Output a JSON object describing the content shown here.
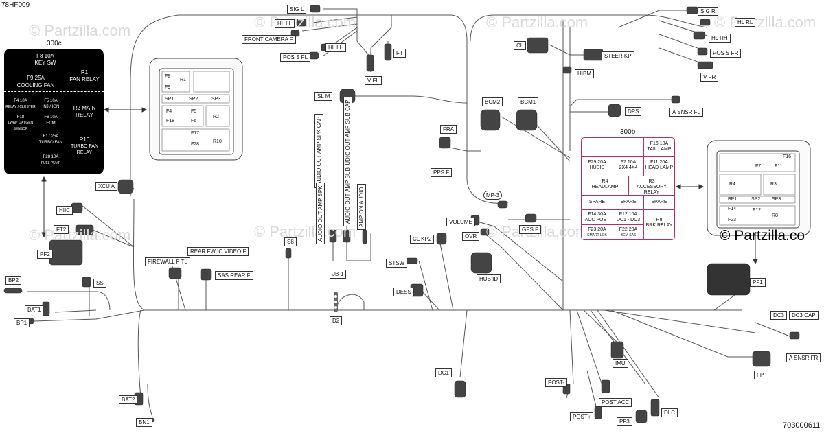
{
  "doc_code": "78HF009",
  "page_number": "703000611",
  "watermark": "© Partzilla.com",
  "watermark_large": "© Partzilla.co",
  "fusebox_a": {
    "title": "300c",
    "cells": {
      "f8": "F8     10A",
      "f8_name": "KEY SW",
      "f9": "F9          25A",
      "f9_name": "COOLING FAN",
      "r1": "R1",
      "r1_name": "FAN RELAY",
      "f4": "F4          10A",
      "f4_name": "RELAY / CLUSTER",
      "f5": "F5       10A",
      "f5_name": "INJ / IGN",
      "r2": "R2 MAIN",
      "r2_name": "RELAY",
      "f18": "F18",
      "f18_name": "LWAP OXYGEN SENSOR",
      "f6": "F6         10A",
      "f6_name": "ECM",
      "f17": "F17        25A",
      "f17_name": "TURBO FAN",
      "r10": "R10",
      "r10_name": "TURBO FAN RELAY",
      "f28": "F28        10A",
      "f28_name": "FUEL PUMP"
    }
  },
  "fusebox_b": {
    "title": "300b",
    "cells": {
      "f16": "F16    10A",
      "f16_name": "TAIL LAMP",
      "f29": "F29    20A",
      "f29_name": "HUBID",
      "f7": "F7     10A",
      "f7_name": "2X4 4X4",
      "f11": "F11    20A",
      "f11_name": "HEAD LAMP",
      "r4": "R4",
      "r4_name": "HEADLAMP",
      "r3": "R3",
      "r3_name": "ACCESSORY RELAY",
      "spare1": "SPARE",
      "spare2": "SPARE",
      "spare3": "SPARE",
      "f14": "F14    30A",
      "f14_name": "ACC POST",
      "f12": "F12    10A",
      "f12_name": "DC1 - DC3",
      "r8": "R8",
      "r8_name": "BRK RELAY",
      "f23": "F23    20A",
      "f23_name": "SMART LOK",
      "f22": "F22    20A",
      "f22_name": "BCM SAS"
    }
  },
  "connectors": {
    "sig_l": "SIG L",
    "hl_ll": "HL LL",
    "hl_lh": "HL LH",
    "front_camera_f": "FRONT CAMERA F",
    "pos_s_fl": "POS S FL",
    "v_fl": "V FL",
    "ft": "FT",
    "sl_m": "SL M",
    "sig_r": "SIG R",
    "hl_rl": "HL RL",
    "hl_rh": "HL RH",
    "pos_s_fr": "POS S FR",
    "v_fr": "V FR",
    "cl": "CL",
    "steer_kp": "STEER KP",
    "hibm": "HIBM",
    "dps": "DPS",
    "a_snsr_fl": "A SNSR FL",
    "bcm2": "BCM2",
    "bcm1": "BCM1",
    "fra": "FRA",
    "pps_f": "PPS F",
    "mp3": "MP-3",
    "gps_f": "GPS F",
    "volume": "VOLUME",
    "ovr": "OVR",
    "cl_kp2": "CL KP2",
    "hub_id": "HUB ID",
    "stsw": "STSW",
    "dess": "DESS",
    "jb1": "JB-1",
    "d2": "D2",
    "s8": "S8",
    "aud_spk_cap": "AUDIO OUT AMP SPK CAP",
    "aud_sub_cap": "AUDIO OUT AMP SUB CAP",
    "aud_spk": "AUDIO OUT AMP SPK",
    "aud_sub": "AUDIO OUT AMP SUB",
    "amp_on": "AMP ON AUDIO",
    "xcu_a": "XCU A",
    "hiic": "HIIC",
    "ft2": "FT2",
    "pf2": "PF2",
    "bp2": "BP2",
    "ss": "SS",
    "bat1": "BAT1",
    "bp1": "BP1",
    "firewall_f_tl": "FIREWALL F TL",
    "rear_fw": "REAR FW IC VIDEO F",
    "sas_rear_f": "SAS REAR F",
    "bat2": "BAT2",
    "bn1": "BN1",
    "dc1": "DC1",
    "post_minus": "POST-",
    "post_plus": "POST+",
    "post_acc": "POST ACC",
    "imu": "IMU",
    "pf3": "PF3",
    "dlc": "DLC",
    "fp": "FP",
    "a_snsr_fr": "A SNSR FR",
    "dc3": "DC3",
    "dc3_cap": "DC3 CAP",
    "pf1": "PF1"
  },
  "colors": {
    "accent_pink": "#b03070",
    "wire": "#555555",
    "watermark": "#d9d9d9"
  }
}
